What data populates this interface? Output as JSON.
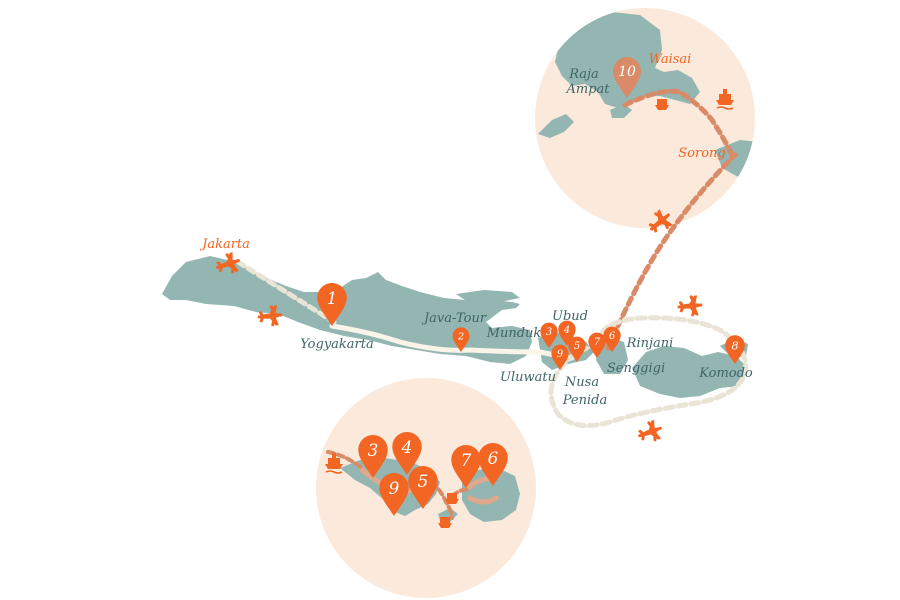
{
  "map": {
    "colors": {
      "land": "#93b6b3",
      "circle_bg": "#fbe9dc",
      "route_land": "#fbf4e8",
      "route_sea": "#e9e4d6",
      "route_flight": "#d98a66",
      "pin": "#f26522",
      "pin_muted": "#d98a66",
      "label_dark": "#3f6566",
      "label_orange": "#f26522"
    },
    "labels": {
      "jakarta": "Jakarta",
      "yogyakarta": "Yogyakarta",
      "java_tour": "Java-Tour",
      "munduk": "Munduk",
      "ubud": "Ubud",
      "uluwatu": "Uluwatu",
      "nusa_penida_1": "Nusa",
      "nusa_penida_2": "Penida",
      "senggigi": "Senggigi",
      "rinjani": "Rinjani",
      "komodo": "Komodo",
      "raja_ampat_1": "Raja",
      "raja_ampat_2": "Ampat",
      "waisai": "Waisai",
      "sorong": "Sorong"
    },
    "pins_main": [
      {
        "id": "yogyakarta",
        "number": "1"
      },
      {
        "id": "java-tour",
        "number": "2"
      },
      {
        "id": "munduk",
        "number": "3"
      },
      {
        "id": "ubud",
        "number": "4"
      },
      {
        "id": "nusa-penida",
        "number": "5"
      },
      {
        "id": "senggigi",
        "number": "7"
      },
      {
        "id": "rinjani",
        "number": "6"
      },
      {
        "id": "uluwatu",
        "number": "9"
      },
      {
        "id": "komodo",
        "number": "8"
      }
    ],
    "pin_raja_ampat": {
      "id": "raja-ampat",
      "number": "10"
    },
    "pins_inset": [
      {
        "id": "munduk",
        "number": "3"
      },
      {
        "id": "ubud",
        "number": "4"
      },
      {
        "id": "uluwatu",
        "number": "9"
      },
      {
        "id": "nusa-penida",
        "number": "5"
      },
      {
        "id": "senggigi",
        "number": "7"
      },
      {
        "id": "rinjani",
        "number": "6"
      }
    ],
    "icons": [
      "airplane-icon",
      "ferry-icon",
      "boat-icon"
    ]
  }
}
